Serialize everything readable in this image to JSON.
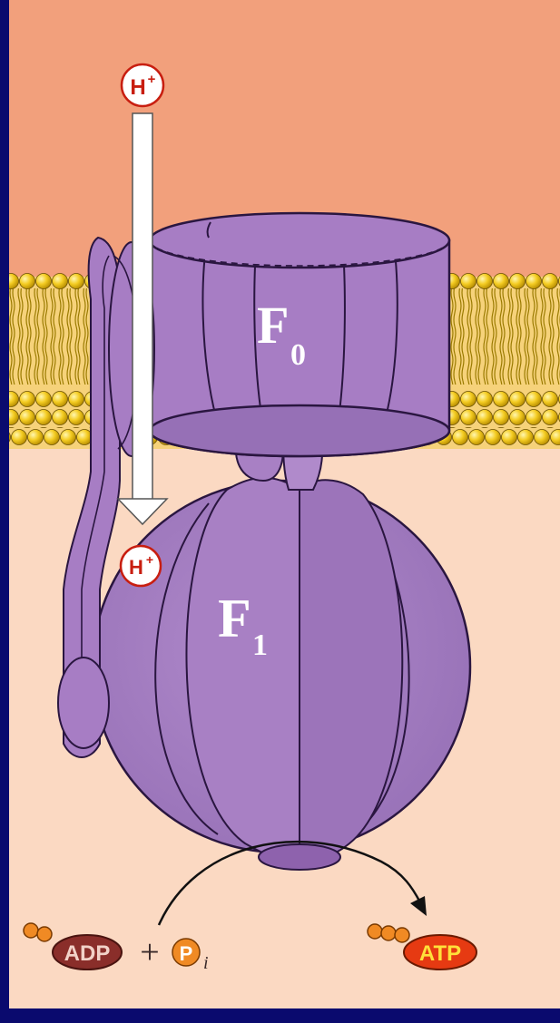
{
  "diagram": {
    "proton_top": {
      "label": "H",
      "superscript": "+"
    },
    "proton_bottom": {
      "label": "H",
      "superscript": "+"
    },
    "f0_label": {
      "main": "F",
      "subscript": "0"
    },
    "f1_label": {
      "main": "F",
      "subscript": "1"
    },
    "reaction": {
      "adp_label": "ADP",
      "plus_sign": "+",
      "phosphate_label": "P",
      "phosphate_subscript": "i",
      "atp_label": "ATP"
    },
    "colors": {
      "border": "#0a0a6e",
      "upper_region": "#f2a07c",
      "lower_region": "#fbd9c2",
      "protein": "#a77dc4",
      "protein_dark": "#8e62ad",
      "lipid_head": "#f4cc22",
      "adp": "#8a2e2a",
      "atp": "#e63a12",
      "phosphate": "#f08a24"
    }
  }
}
